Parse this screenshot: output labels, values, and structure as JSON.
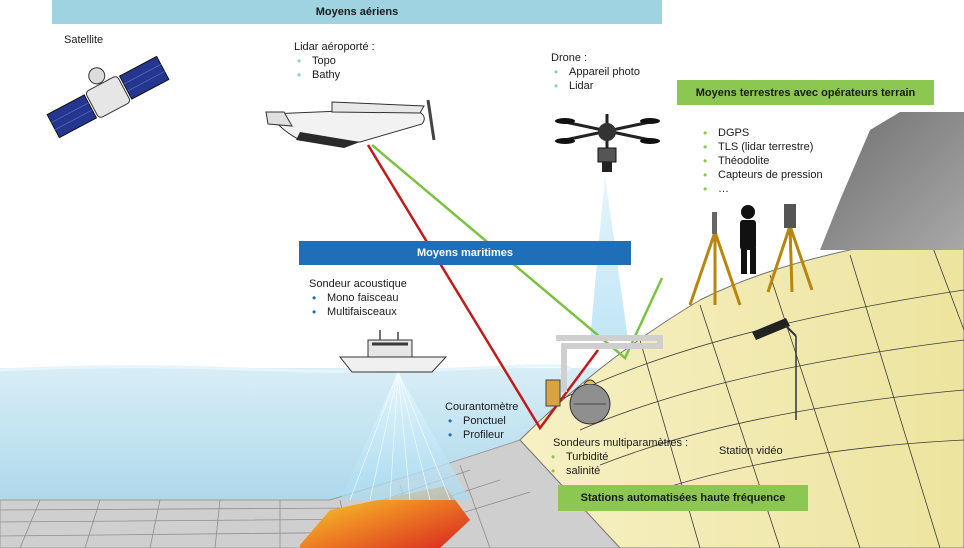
{
  "banners": {
    "aerial": "Moyens aériens",
    "maritime": "Moyens maritimes",
    "terrestrial": "Moyens terrestres  avec opérateurs terrain",
    "stations": "Stations automatisées haute fréquence"
  },
  "aerial": {
    "satellite": "Satellite",
    "lidar": {
      "title": "Lidar aéroporté :",
      "items": [
        "Topo",
        "Bathy"
      ]
    },
    "drone": {
      "title": "Drone :",
      "items": [
        "Appareil photo",
        "Lidar"
      ]
    }
  },
  "terrestrial": {
    "items": [
      "DGPS",
      "TLS (lidar terrestre)",
      "Théodolite",
      "Capteurs de pression",
      "…"
    ]
  },
  "maritime": {
    "sounder": {
      "title": "Sondeur acoustique",
      "items": [
        "Mono faisceau",
        "Multifaisceaux"
      ]
    },
    "current_meter": {
      "title": "Courantomètre",
      "items": [
        "Ponctuel",
        "Profileur"
      ]
    }
  },
  "stations": {
    "multiparam": {
      "title": "Sondeurs multiparamètres :",
      "items": [
        "Turbidité",
        "salinité"
      ]
    },
    "video": "Station vidéo"
  },
  "colors": {
    "aerial_banner": "#9fd3e2",
    "maritime_banner": "#1f6fb8",
    "terrestrial_banner": "#8cc751",
    "stations_banner": "#8cc751",
    "sea": "#bfe3f1",
    "beach": "#f3ecb8",
    "seabed": "#cfcfcf",
    "lidar_bathy_beam": "#c01a1a",
    "lidar_topo_beam": "#7cc242"
  }
}
